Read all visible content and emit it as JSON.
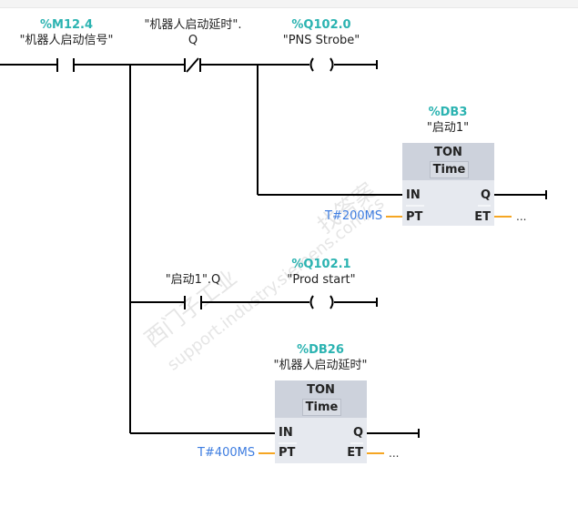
{
  "network": {
    "rung1": {
      "contact_no": {
        "address": "%M12.4",
        "symbol": "\"机器人启动信号\""
      },
      "contact_nc": {
        "symbol_line1": "\"机器人启动延时\".",
        "symbol_line2": "Q"
      },
      "coil": {
        "address": "%Q102.0",
        "symbol": "\"PNS Strobe\""
      }
    },
    "timer1": {
      "instance_address": "%DB3",
      "instance_name": "\"启动1\"",
      "type": "TON",
      "subtype": "Time",
      "pins": {
        "in": "IN",
        "pt": "PT",
        "q": "Q",
        "et": "ET"
      },
      "pt_value": "T#200MS",
      "et_value": "..."
    },
    "rung2": {
      "contact_no": {
        "symbol": "\"启动1\".Q"
      },
      "coil": {
        "address": "%Q102.1",
        "symbol": "\"Prod start\""
      }
    },
    "timer2": {
      "instance_address": "%DB26",
      "instance_name": "\"机器人启动延时\"",
      "type": "TON",
      "subtype": "Time",
      "pins": {
        "in": "IN",
        "pt": "PT",
        "q": "Q",
        "et": "ET"
      },
      "pt_value": "T#400MS",
      "et_value": "..."
    }
  },
  "colors": {
    "address": "#2bb3b1",
    "param": "#3e7de0",
    "param_wire": "#f5a623",
    "wire": "#000000"
  },
  "watermark": {
    "line1": "西门子工业",
    "line2": "support.industry.siemens.com/cs",
    "line3": "找答案"
  }
}
